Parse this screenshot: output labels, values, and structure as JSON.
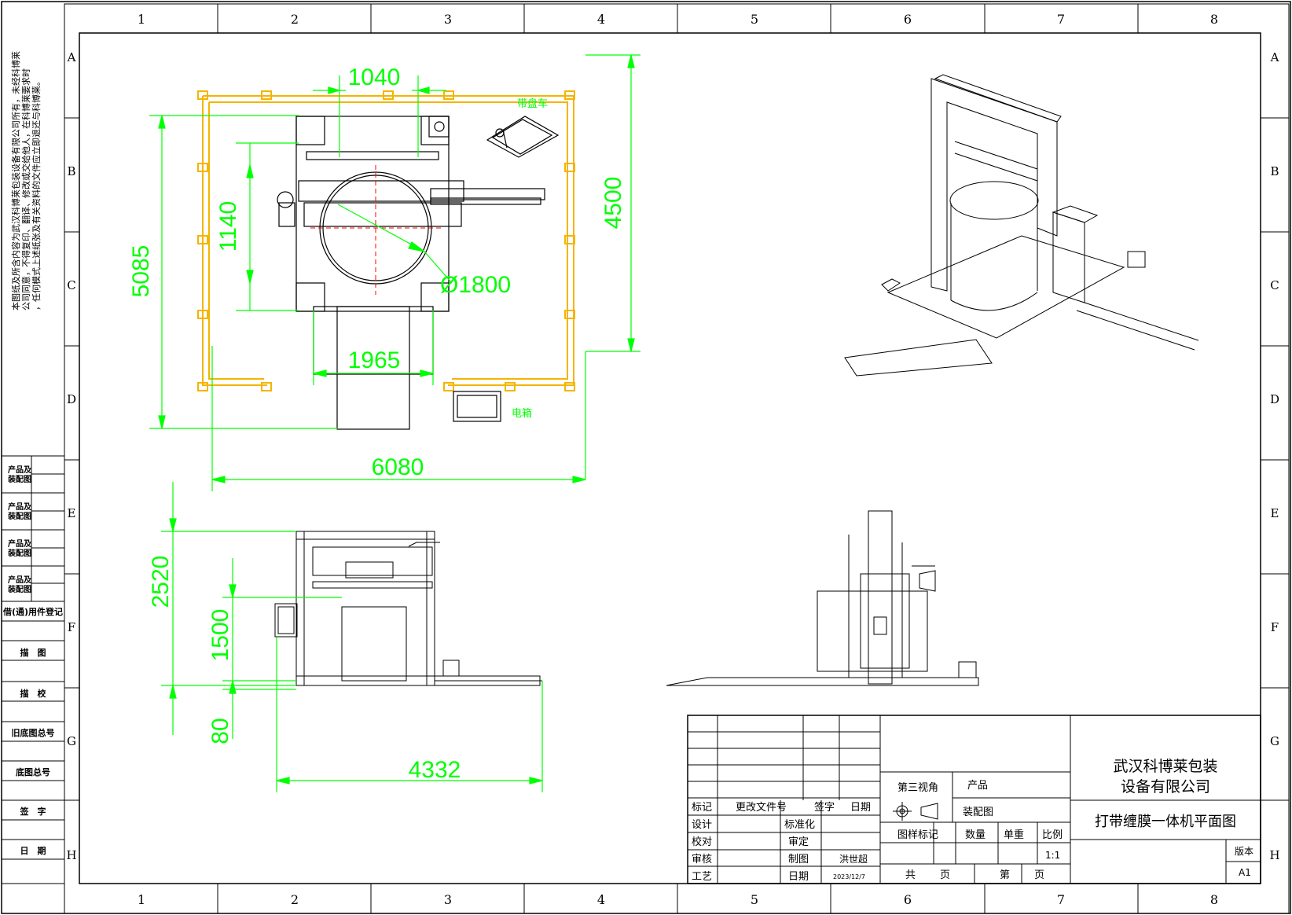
{
  "grid": {
    "columns": [
      "1",
      "2",
      "3",
      "4",
      "5",
      "6",
      "7",
      "8"
    ],
    "rows": [
      "A",
      "B",
      "C",
      "D",
      "E",
      "F",
      "G",
      "H"
    ]
  },
  "notice": "本图纸及所含内容为武汉科博莱包装设备有限公司所有，未经科博莱公司同意，不得复印、翻译、修改或交给他人，在科博莱要求时，任何模式上述纸张及有关资料的文件应立即退还与科博莱。",
  "left_strip": {
    "boxes": [
      "产品及装配图",
      "产品及装配图",
      "产品及装配图",
      "产品及装配图"
    ],
    "labels": [
      "借(通)用件登记",
      "描　图",
      "描　校",
      "旧底图总号",
      "底图总号",
      "签　字",
      "日　期"
    ]
  },
  "plan_view": {
    "dims": [
      "1040",
      "4500",
      "1140",
      "5085",
      "Ø1800",
      "1965",
      "6080"
    ],
    "labels": {
      "pallet_cart": "带盘车",
      "electric_box": "电箱"
    }
  },
  "front_view": {
    "dims": [
      "2520",
      "1500",
      "80",
      "4332"
    ]
  },
  "title_block": {
    "company": [
      "武汉科博莱包装",
      "设备有限公司"
    ],
    "drawing_title": "打带缠膜一体机平面图",
    "projection": "第三视角",
    "product_label": "产品",
    "assembly_label": "装配图",
    "headers": {
      "mark": "标记",
      "change_no": "更改文件号",
      "sign": "签字",
      "date": "日期"
    },
    "rows": {
      "design": "设计",
      "check": "校对",
      "review": "审核",
      "process": "工艺",
      "standard": "标准化",
      "approve": "审定",
      "draw": "制图",
      "date": "日期",
      "drawer_name": "洪世超",
      "draw_date": "2023/12/7"
    },
    "pattern_mark": "图样标记",
    "quantity": "数量",
    "weight": "单重",
    "scale_label": "比例",
    "scale": "1:1",
    "total": "共",
    "sheet": "第",
    "page": "页",
    "version_label": "版本",
    "version": "A1"
  }
}
